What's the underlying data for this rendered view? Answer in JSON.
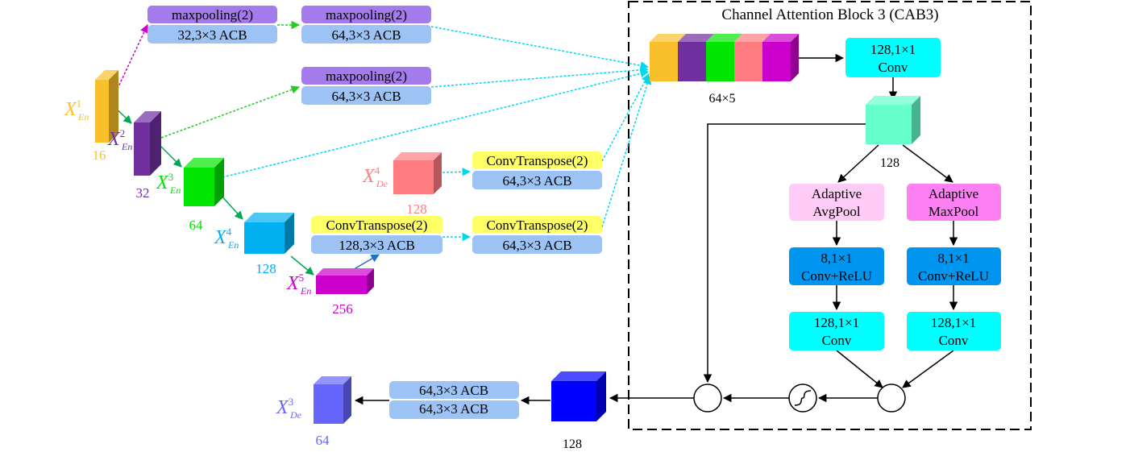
{
  "title": "Channel Attention Block 3 (CAB3)",
  "colors": {
    "x1": "#F9C02B",
    "x2": "#7030A0",
    "x3": "#00E600",
    "x4": "#00B0F0",
    "x5": "#CC00CC",
    "xde4": "#FF7C80",
    "xde3": "#6666FF",
    "out128": "#0000FF",
    "feat128": "#66FFCC",
    "pool": "#A37BEA",
    "acb": "#9DC3F5",
    "convt": "#FFFF66",
    "cyan": "#00FFFF",
    "conv_relu": "#0096F0",
    "avg": "#FFCCF7",
    "max": "#FF80F4"
  },
  "encoder": {
    "x1": {
      "base": "X",
      "sup": "1",
      "sub": "En",
      "channels": "16"
    },
    "x2": {
      "base": "X",
      "sup": "2",
      "sub": "En",
      "channels": "32"
    },
    "x3": {
      "base": "X",
      "sup": "3",
      "sub": "En",
      "channels": "64"
    },
    "x4": {
      "base": "X",
      "sup": "4",
      "sub": "En",
      "channels": "128"
    },
    "x5": {
      "base": "X",
      "sup": "5",
      "sub": "En",
      "channels": "256"
    }
  },
  "decoder": {
    "de4": {
      "base": "X",
      "sup": "4",
      "sub": "De",
      "channels": "128"
    },
    "de3": {
      "base": "X",
      "sup": "3",
      "sub": "De",
      "channels": "64"
    }
  },
  "ops": {
    "maxpool": "maxpooling(2)",
    "convt": "ConvTranspose(2)",
    "acb32": "32,3×3 ACB",
    "acb64": "64,3×3 ACB",
    "acb128": "128,3×3 ACB"
  },
  "cab": {
    "concat_label": "64×5",
    "conv128_l1": "128,1×1",
    "conv128_l2": "Conv",
    "feat_label": "128",
    "avg_l1": "Adaptive",
    "avg_l2": "AvgPool",
    "max_l1": "Adaptive",
    "max_l2": "MaxPool",
    "relu_l1": "8,1×1",
    "relu_l2": "Conv+ReLU"
  },
  "output": {
    "block_label": "128",
    "acb1": "64,3×3 ACB",
    "acb2": "64,3×3 ACB"
  }
}
